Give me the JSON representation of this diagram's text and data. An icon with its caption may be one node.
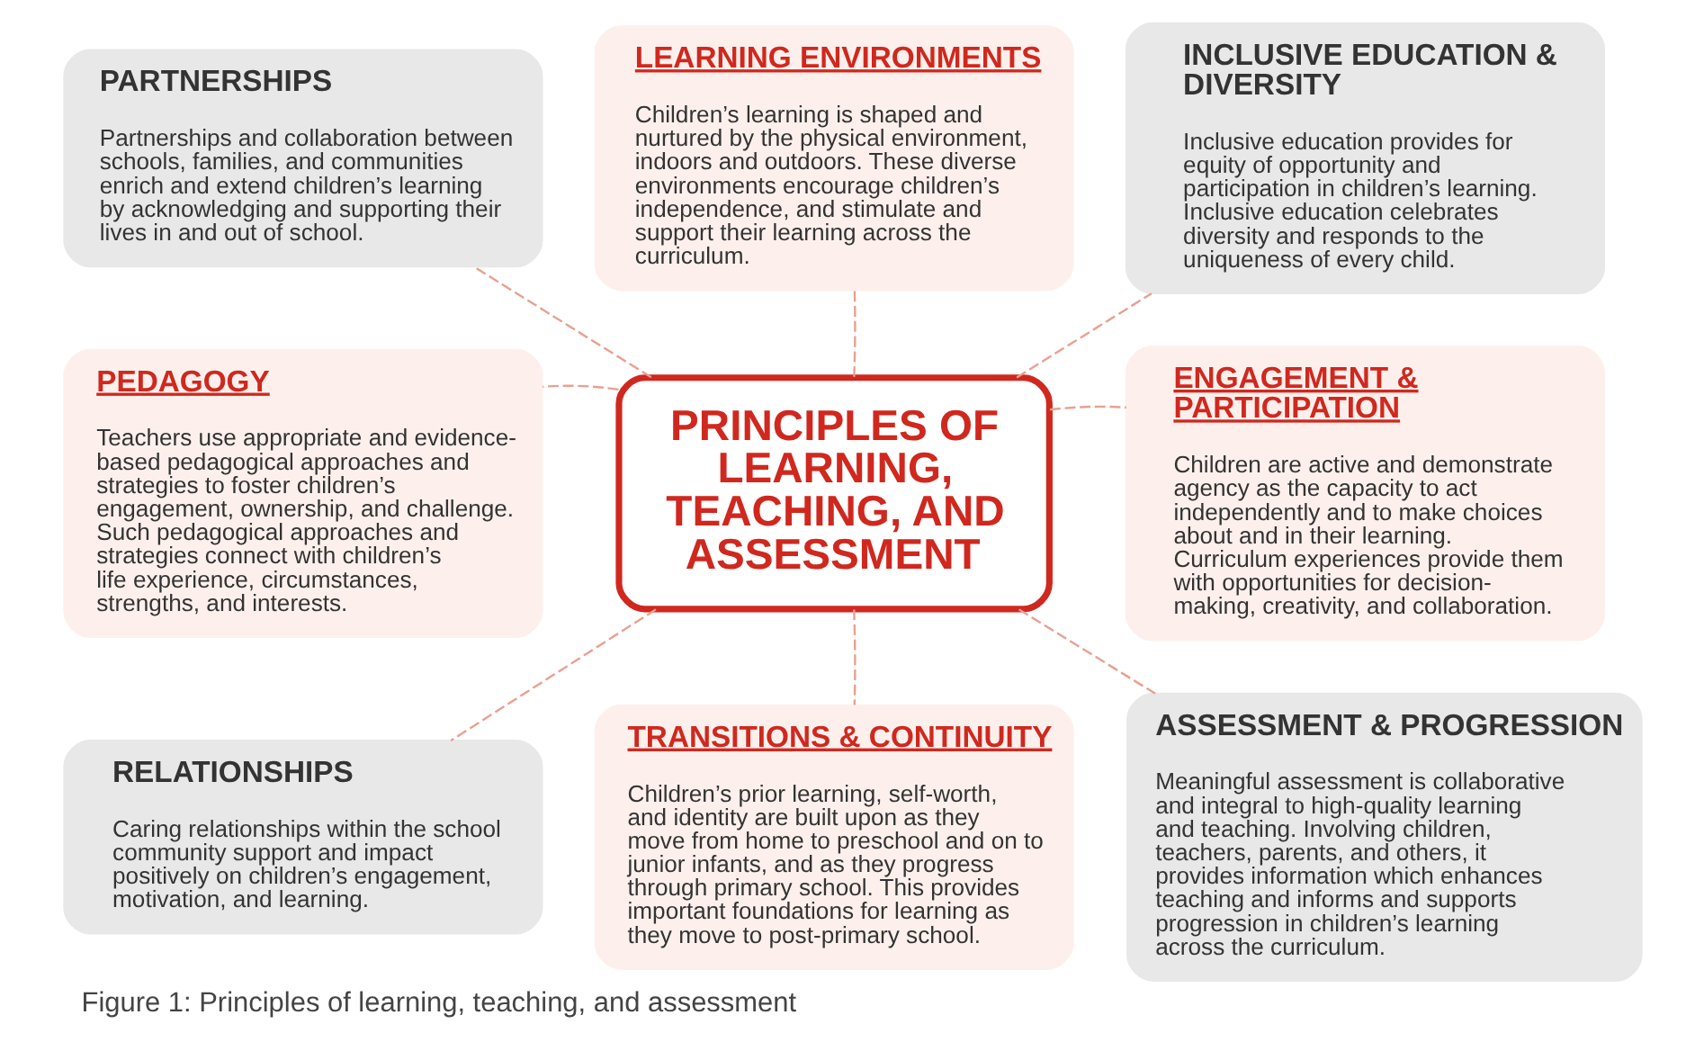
{
  "diagram": {
    "caption": "Figure 1: Principles of learning, teaching, and assessment",
    "nodes": [
      {
        "text": [
          "PARTNERSHIPS",
          "Partnerships and collaboration between schools, families, and communities enrich and extend children’s learning by acknowledging and supporting their lives in and out of school."
        ]
      },
      {
        "text": [
          "LEARNING ENVIRONMENTS",
          "Children’s learning is shaped and nurtured by the physical environment, indoors and outdoors. These diverse environments encourage children’s independence, and stimulate and support their learning across the curriculum."
        ]
      },
      {
        "text": [
          "INCLUSIVE EDUCATION & DIVERSITY",
          "Inclusive education provides for equity of opportunity and participation in children’s learning. Inclusive education celebrates diversity and responds to the uniqueness of every child."
        ]
      },
      {
        "text": [
          "PEDAGOGY",
          "Teachers use appropriate and evidence-based pedagogical approaches and strategies to foster children’s engagement, ownership, and challenge. Such pedagogical approaches and strategies connect with children’s life experience, circumstances, strengths, and interests."
        ]
      },
      {
        "text": [
          "PRINCIPLES OF LEARNING, TEACHING, AND ASSESSMENT"
        ]
      },
      {
        "text": [
          "ENGAGEMENT & PARTICIPATION",
          "Children are active and demonstrate agency as the capacity to act independently and to make choices about and in their learning. Curriculum experiences provide them with opportunities for decision-making, creativity, and collaboration."
        ]
      },
      {
        "text": [
          "RELATIONSHIPS",
          "Caring relationships within the school community support and impact positively on children’s engagement, motivation, and learning."
        ]
      },
      {
        "text": [
          "TRANSITIONS & CONTINUITY",
          "Children’s prior learning, self-worth, and identity are built upon as they move from home to preschool and on to junior infants, and as they progress through primary school. This provides important foundations for learning as they move to post-primary school."
        ]
      },
      {
        "text": [
          "ASSESSMENT & PROGRESSION",
          "Meaningful assessment is collaborative and integral to high-quality learning and teaching. Involving children, teachers, parents, and others, it provides information which enhances teaching and informs and supports progression in children’s learning across the curriculum."
        ]
      }
    ],
    "edges": [
      {
        "from": 4,
        "to": 0,
        "arrow": "none",
        "style": "dashed"
      },
      {
        "from": 4,
        "to": 1,
        "arrow": "none",
        "style": "dashed"
      },
      {
        "from": 4,
        "to": 2,
        "arrow": "none",
        "style": "dashed"
      },
      {
        "from": 4,
        "to": 3,
        "arrow": "none",
        "style": "dashed"
      },
      {
        "from": 4,
        "to": 5,
        "arrow": "none",
        "style": "dashed"
      },
      {
        "from": 4,
        "to": 6,
        "arrow": "none",
        "style": "dashed"
      },
      {
        "from": 4,
        "to": 7,
        "arrow": "none",
        "style": "dashed"
      },
      {
        "from": 4,
        "to": 8,
        "arrow": "none",
        "style": "dashed"
      }
    ]
  }
}
